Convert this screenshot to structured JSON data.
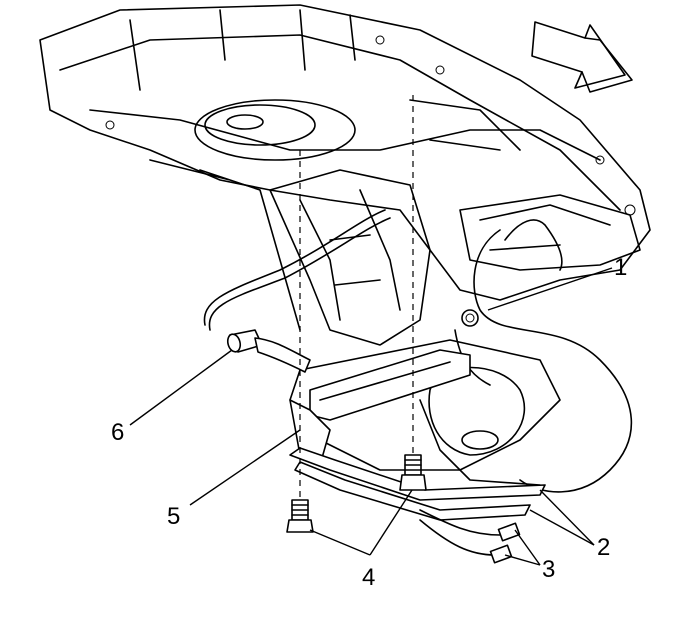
{
  "diagram": {
    "callouts": [
      {
        "id": "1",
        "label": "1"
      },
      {
        "id": "2",
        "label": "2"
      },
      {
        "id": "3",
        "label": "3"
      },
      {
        "id": "4",
        "label": "4"
      },
      {
        "id": "5",
        "label": "5"
      },
      {
        "id": "6",
        "label": "6"
      }
    ],
    "icons": [
      "direction-arrow-icon"
    ]
  }
}
